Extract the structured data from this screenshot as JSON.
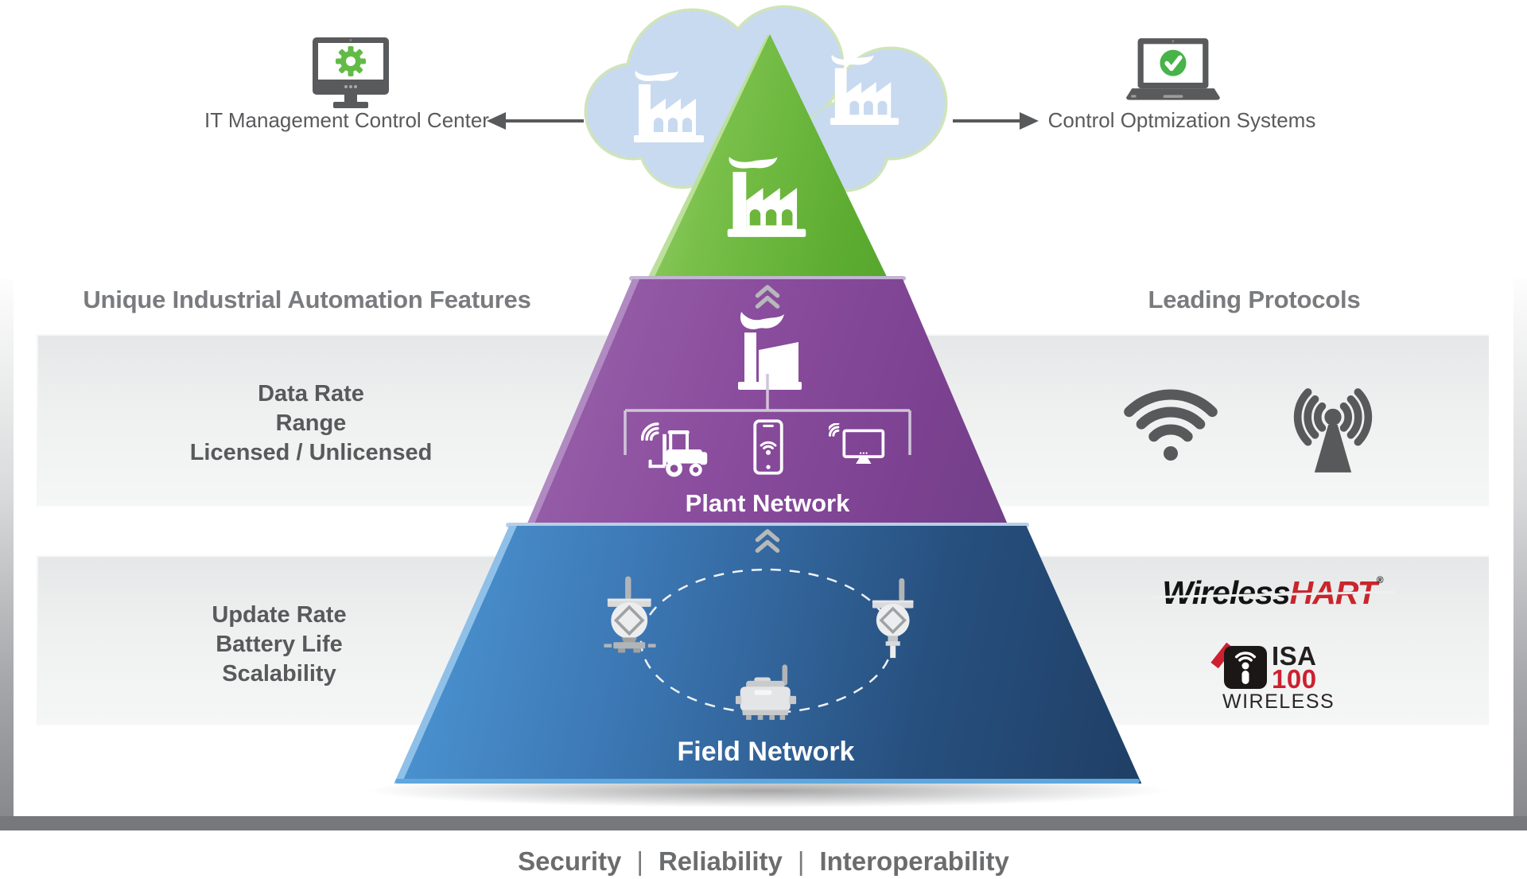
{
  "top": {
    "it_label": "IT Management Control Center",
    "control_label": "Control Optmization Systems"
  },
  "headings": {
    "left": "Unique Industrial Automation Features",
    "right": "Leading Protocols"
  },
  "features_band1": {
    "line1": "Data Rate",
    "line2": "Range",
    "line3": "Licensed / Unlicensed"
  },
  "features_band2": {
    "line1": "Update Rate",
    "line2": "Battery Life",
    "line3": "Scalability"
  },
  "pyramid": {
    "plant_label": "Plant Network",
    "field_label": "Field Network"
  },
  "logos": {
    "wirelesshart": {
      "wireless": "Wireless",
      "hart": "HART",
      "reg": "®"
    },
    "isa100": {
      "isa": "ISA",
      "num": "100",
      "wireless": "WIRELESS"
    }
  },
  "footer": {
    "item1": "Security",
    "sep": "|",
    "item2": "Reliability",
    "item3": "Interoperability"
  },
  "colors": {
    "green": "#6db63c",
    "purple": "#8a4c9d",
    "blue_light": "#4f9ad9",
    "blue_dark": "#1f3e64",
    "cloud_blue": "#c8daf0",
    "cloud_stroke": "#cfe4ba",
    "band_gray": "#ebecec",
    "frame_gray": "#77787b",
    "accent_green": "#62bb46",
    "brand_red": "#cd2030",
    "text_gray": "#58595b",
    "heading_gray": "#7a7b7e"
  }
}
